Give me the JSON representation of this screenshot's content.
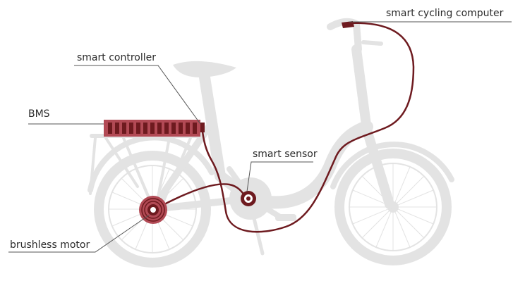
{
  "colors": {
    "bike": "#e3e3e3",
    "wire": "#6e1a1f",
    "battery": "#b24a55",
    "motor": "#b24a55",
    "text": "#2b2b2b",
    "leader": "#555555"
  },
  "labels": {
    "cycling_computer": "smart cycling computer",
    "controller": "smart controller",
    "bms": "BMS",
    "sensor": "smart sensor",
    "motor": "brushless motor"
  },
  "icons": {
    "bike": "folding-ebike-silhouette",
    "battery": "battery-pack-icon",
    "motor": "hub-motor-icon",
    "sensor": "torque-sensor-icon"
  }
}
